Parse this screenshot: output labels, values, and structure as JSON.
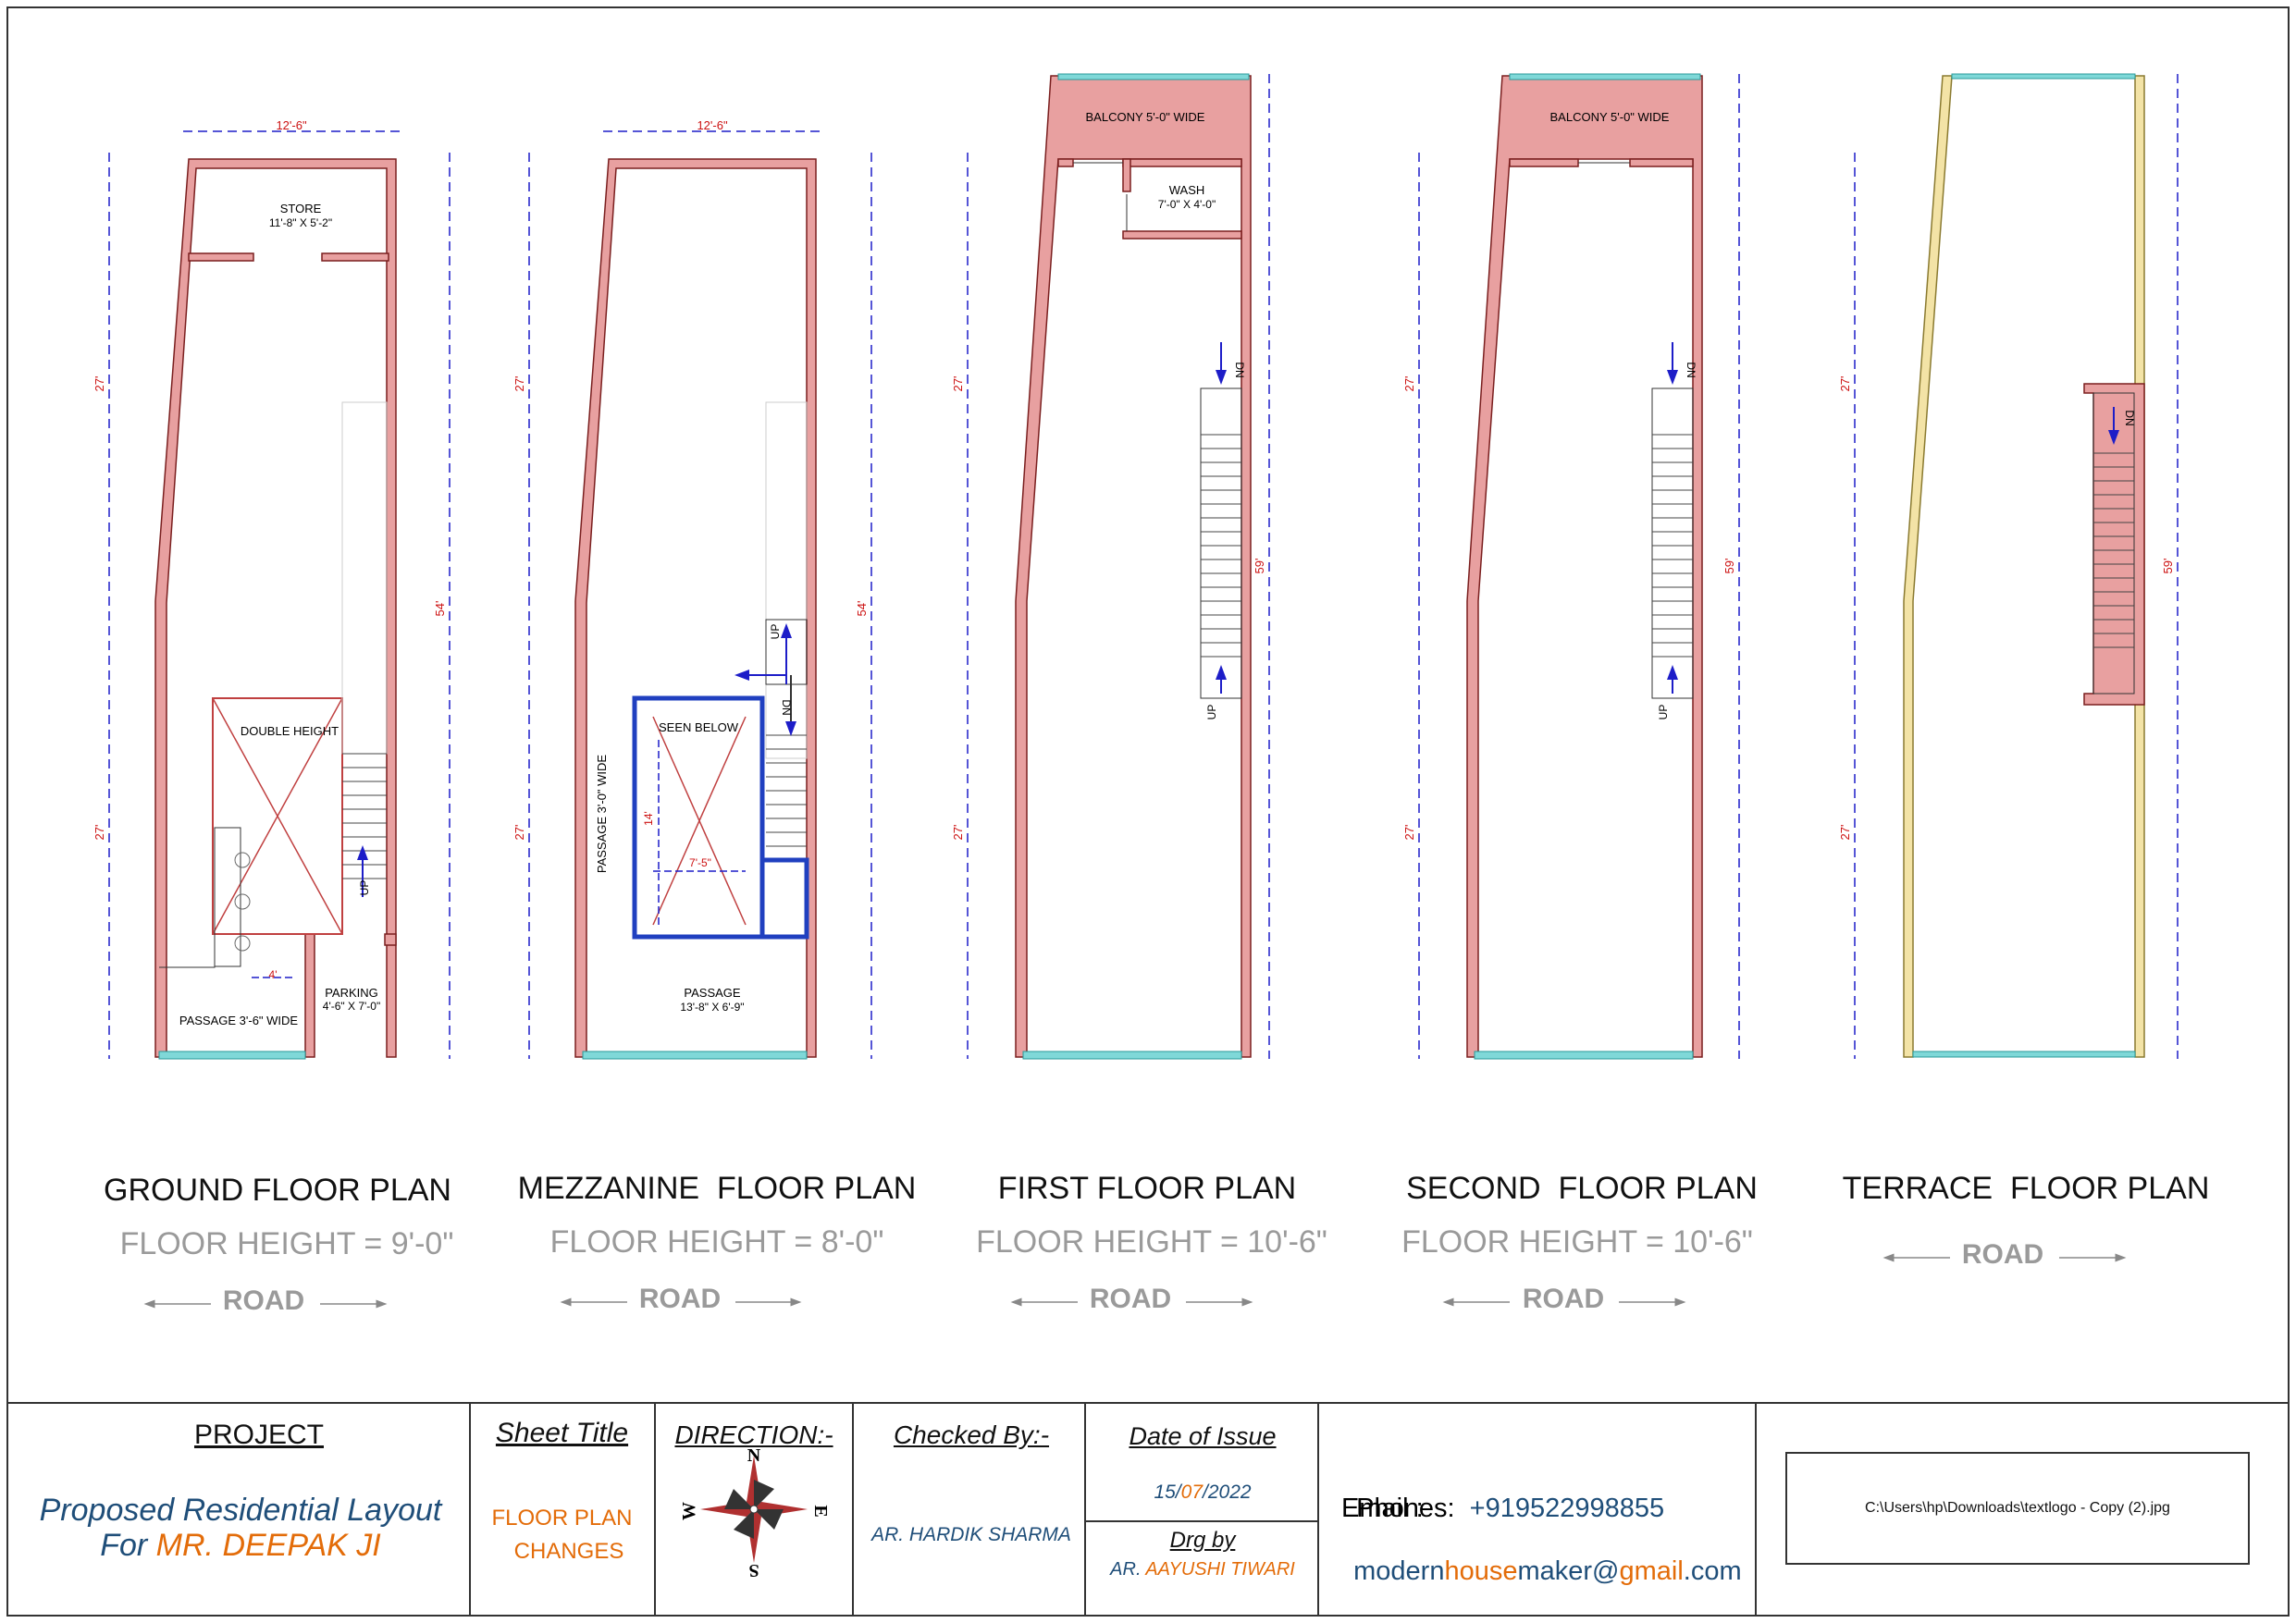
{
  "plans": [
    {
      "title": "GROUND FLOOR PLAN",
      "floor_height": "FLOOR HEIGHT = 9'-0\"",
      "road": "ROAD",
      "labels": {
        "width_dim": "12'-6\"",
        "store": "STORE",
        "store_size": "11'-8\" X 5'-2\"",
        "double_height": "DOUBLE HEIGHT",
        "up": "UP",
        "passage": "PASSAGE 3'-6\" WIDE",
        "parking": "PARKING",
        "parking_size": "4'-6\" X 7'-0\"",
        "dim_4": "4'",
        "dim_27_top": "27'",
        "dim_27_bottom": "27'",
        "dim_54": "54'"
      }
    },
    {
      "title": "MEZZANINE  FLOOR PLAN",
      "floor_height": "FLOOR HEIGHT = 8'-0\"",
      "road": "ROAD",
      "labels": {
        "width_dim": "12'-6\"",
        "seen_below": "SEEN BELOW",
        "passage_wide": "PASSAGE 3'-0\" WIDE",
        "dim_14": "14'",
        "dim_7_5": "7'-5\"",
        "up": "UP",
        "dn": "DN",
        "passage": "PASSAGE",
        "passage_size": "13'-8\" X 6'-9\"",
        "dim_27_top": "27'",
        "dim_27_bottom": "27'",
        "dim_54": "54'"
      }
    },
    {
      "title": "FIRST FLOOR PLAN",
      "floor_height": "FLOOR HEIGHT = 10'-6\"",
      "road": "ROAD",
      "labels": {
        "balcony": "BALCONY 5'-0\" WIDE",
        "wash": "WASH",
        "wash_size": "7'-0\" X 4'-0\"",
        "dn": "DN",
        "up": "UP",
        "dim_27_top": "27'",
        "dim_27_bottom": "27'",
        "dim_59": "59'"
      }
    },
    {
      "title": "SECOND  FLOOR PLAN",
      "floor_height": "FLOOR HEIGHT = 10'-6\"",
      "road": "ROAD",
      "labels": {
        "balcony": "BALCONY 5'-0\" WIDE",
        "dn": "DN",
        "up": "UP",
        "dim_27_top": "27'",
        "dim_27_bottom": "27'",
        "dim_59": "59'"
      }
    },
    {
      "title": "TERRACE  FLOOR PLAN",
      "floor_height": "",
      "road": "ROAD",
      "labels": {
        "dn": "DN",
        "dim_27_top": "27'",
        "dim_27_bottom": "27'",
        "dim_59": "59'"
      }
    }
  ],
  "title_block": {
    "project_heading": "PROJECT",
    "project_line1": "Proposed Residential Layout",
    "project_for": "For ",
    "project_client": "MR. DEEPAK JI",
    "sheet_title_heading": "Sheet Title",
    "sheet_title_line1": "FLOOR PLAN",
    "sheet_title_line2": "CHANGES",
    "direction_heading": "DIRECTION:-",
    "compass": {
      "n": "N",
      "s": "S",
      "e": "E",
      "w": "W"
    },
    "checked_heading": "Checked By:-",
    "checked_name": "AR. HARDIK SHARMA",
    "date_heading": "Date of Issue",
    "date_day": "15/",
    "date_month": "07",
    "date_year": "/2022",
    "drg_heading": "Drg by",
    "drg_prefix": "AR. ",
    "drg_name": "AAYUSHI TIWARI",
    "phones_label": "Phones:  ",
    "phones_value": "+919522998855",
    "email_label": "Email :",
    "email_part1": "modern",
    "email_part2": "house",
    "email_part3": "maker@",
    "email_part4": "gmail",
    "email_part5": ".com",
    "logo_path": "C:\\Users\\hp\\Downloads\\textlogo - Copy (2).jpg"
  },
  "colors": {
    "wall": "#e8a0a0",
    "wall_stroke": "#7a1f1f",
    "glass": "#7fd8d8",
    "dim": "#1d1dc8",
    "dim_text": "#cc1111",
    "parapet": "#f3e3a6"
  }
}
